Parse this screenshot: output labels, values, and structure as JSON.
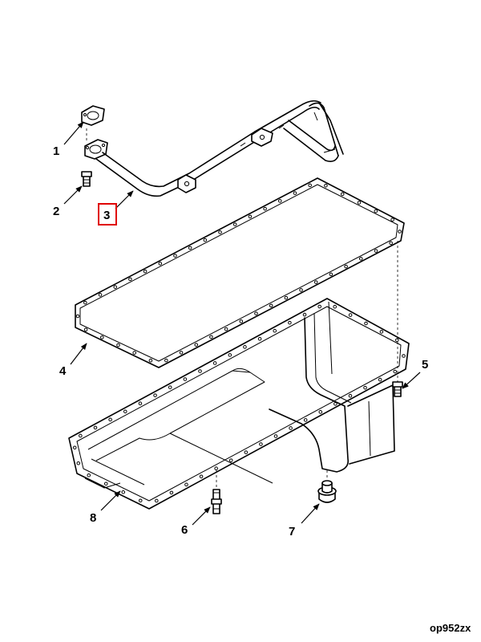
{
  "diagram": {
    "highlight_color": "#e00000",
    "reference_code": "op952zx",
    "callouts": [
      {
        "id": "1",
        "label": "1"
      },
      {
        "id": "2",
        "label": "2",
        "highlighted": true
      },
      {
        "id": "3",
        "label": "3"
      },
      {
        "id": "4",
        "label": "4"
      },
      {
        "id": "5",
        "label": "5"
      },
      {
        "id": "6",
        "label": "6"
      },
      {
        "id": "7",
        "label": "7"
      },
      {
        "id": "8",
        "label": "8"
      }
    ]
  }
}
